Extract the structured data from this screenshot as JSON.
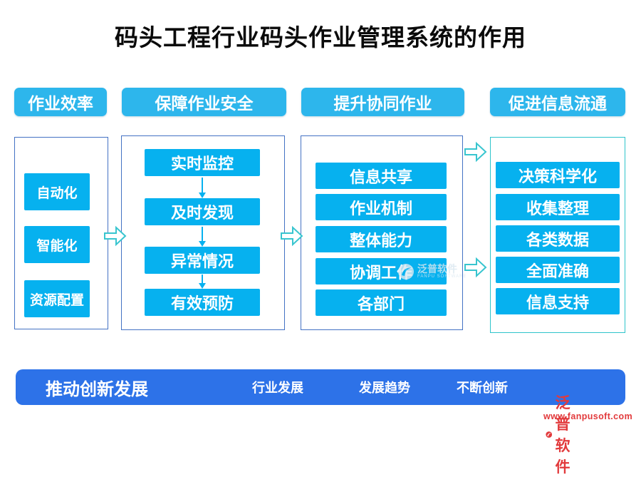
{
  "title": "码头工程行业码头作业管理系统的作用",
  "colors": {
    "node_cyan": "#06b1ef",
    "header_cyan": "#2db6ec",
    "footer_blue": "#2d72e8",
    "container_border_blue": "#4472c4",
    "container_border_teal": "#2ec4cb",
    "brand_red": "#e23a3c"
  },
  "columns": [
    {
      "header": "作业效率",
      "items": [
        "自动化",
        "智能化",
        "资源配置"
      ]
    },
    {
      "header": "保障作业安全",
      "items": [
        "实时监控",
        "及时发现",
        "异常情况",
        "有效预防"
      ]
    },
    {
      "header": "提升协同作业",
      "items": [
        "信息共享",
        "作业机制",
        "整体能力",
        "协调工作",
        "各部门"
      ]
    },
    {
      "header": "促进信息流通",
      "items": [
        "决策科学化",
        "收集整理",
        "各类数据",
        "全面准确",
        "信息支持"
      ]
    }
  ],
  "footer": {
    "primary": "推动创新发展",
    "items": [
      "行业发展",
      "发展趋势",
      "不断创新"
    ]
  },
  "watermark": {
    "name": "泛普软件",
    "subname": "FANPU SOFTWARE"
  },
  "brand": {
    "name": "泛普软件",
    "url": "www.fanpusoft.com"
  }
}
